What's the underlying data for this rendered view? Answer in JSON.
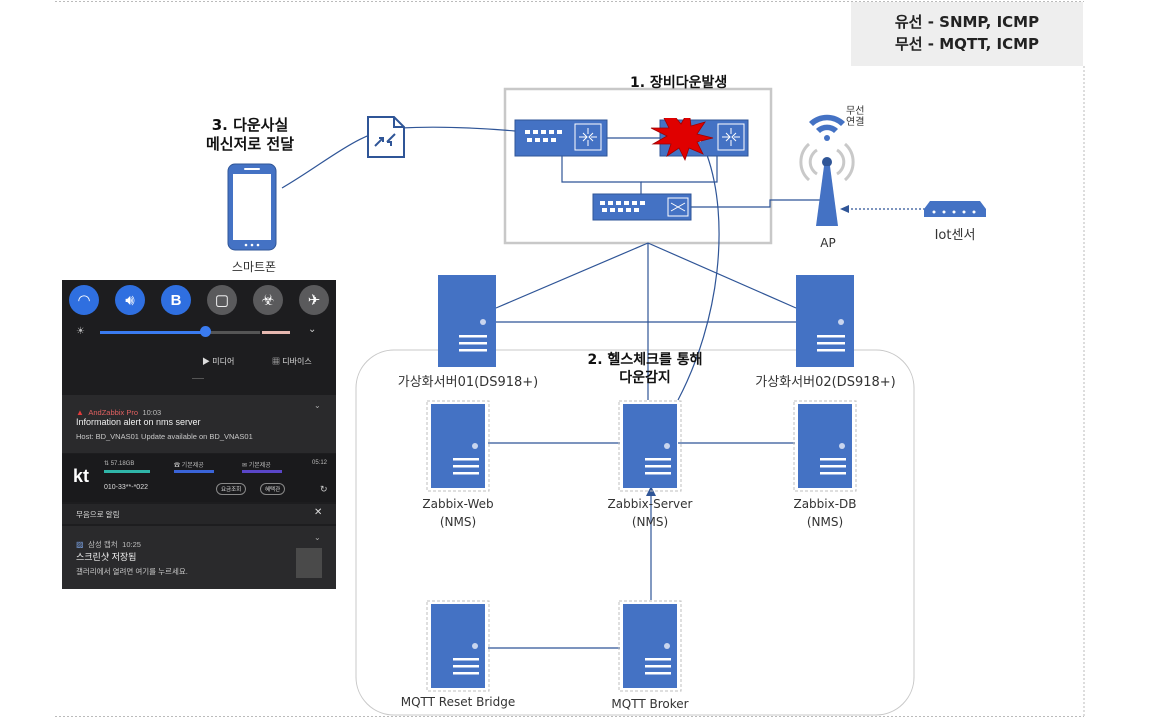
{
  "legend": {
    "line1": "유선 - SNMP, ICMP",
    "line2": "무선 - MQTT, ICMP"
  },
  "step1": "1. 장비다운발생",
  "step2": {
    "line1": "2. 헬스체크를 통해",
    "line2": "다운감지"
  },
  "step3": {
    "line1": "3. 다운사실",
    "line2": "메신저로 전달"
  },
  "labels": {
    "smartphone": "스마트폰",
    "ap": "AP",
    "ap_wireless": {
      "line1": "무선",
      "line2": "연결"
    },
    "iot": "Iot센서",
    "nas1": "가상화서버01(DS918+)",
    "nas2": "가상화서버02(DS918+)",
    "zabbix_web": {
      "line1": "Zabbix-Web",
      "line2": "(NMS)"
    },
    "zabbix_server": {
      "line1": "Zabbix-Server",
      "line2": "(NMS)"
    },
    "zabbix_db": {
      "line1": "Zabbix-DB",
      "line2": "(NMS)"
    },
    "mqtt_bridge": "MQTT Reset Bridge",
    "mqtt_broker": "MQTT Broker"
  },
  "colors": {
    "server_blue": "#4472c4",
    "server_border": "#8faadc",
    "line_blue": "#2f5597",
    "alert_red": "#c00000",
    "panel_dark": "#1d1d1f"
  },
  "phone": {
    "icons": [
      "wifi-icon",
      "volume-icon",
      "bluetooth-icon",
      "rotation-lock-icon",
      "flashlight-icon",
      "airplane-icon"
    ],
    "media": "미디어",
    "device": "디바이스",
    "notif1": {
      "app": "AndZabbix Pro",
      "time": "10:03",
      "title": "Information alert on nms server",
      "body": "Host: BD_VNAS01 Update available on BD_VNAS01"
    },
    "kt": {
      "logo": "kt",
      "data": "57.18GB",
      "call": "기본제공",
      "sms": "기본제공",
      "clock": "05:12",
      "phone_no": "010-33**-*022",
      "btn1": "요금조회",
      "btn2": "혜택관"
    },
    "silent": "무음으로 알림",
    "notif2": {
      "app": "삼성 캡처",
      "time": "10:25",
      "title": "스크린샷 저장됨",
      "body": "갤러리에서 열려면 여기를 누르세요."
    }
  }
}
